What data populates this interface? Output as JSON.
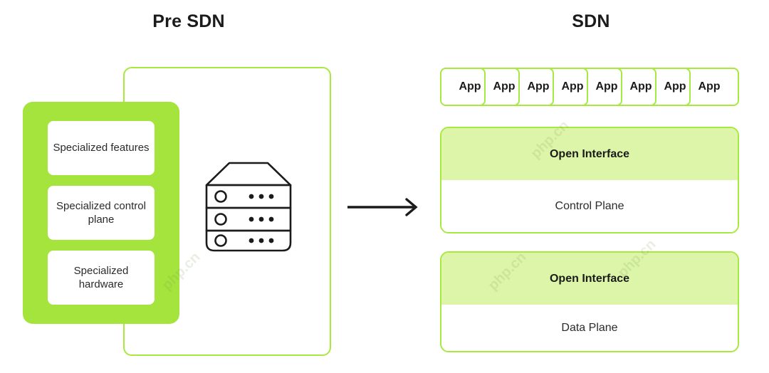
{
  "panels": {
    "left": {
      "title": "Pre SDN",
      "legacy_items": [
        {
          "label": "Specialized features"
        },
        {
          "label": "Specialized control plane"
        },
        {
          "label": "Specialized hardware"
        }
      ],
      "device_icon": "server-rack-icon"
    },
    "right": {
      "title": "SDN",
      "app_cards": [
        {
          "label": "App"
        },
        {
          "label": "App"
        },
        {
          "label": "App"
        },
        {
          "label": "App"
        },
        {
          "label": "App"
        },
        {
          "label": "App"
        },
        {
          "label": "App"
        },
        {
          "label": "App"
        }
      ],
      "planes": [
        {
          "interface_label": "Open Interface",
          "plane_label": "Control Plane"
        },
        {
          "interface_label": "Open Interface",
          "plane_label": "Data Plane"
        }
      ]
    }
  },
  "arrow": {
    "icon": "arrow-right-icon",
    "direction": "right"
  },
  "watermarks": [
    {
      "text": "php.cn"
    },
    {
      "text": "php.cn"
    },
    {
      "text": "php.cn"
    },
    {
      "text": "php.cn"
    }
  ],
  "colors": {
    "green_solid": "#A5E43C",
    "green_outline": "#A8E83F",
    "green_band": "#DCF5A8",
    "text_dark": "#1b1b1b",
    "background": "#ffffff"
  }
}
